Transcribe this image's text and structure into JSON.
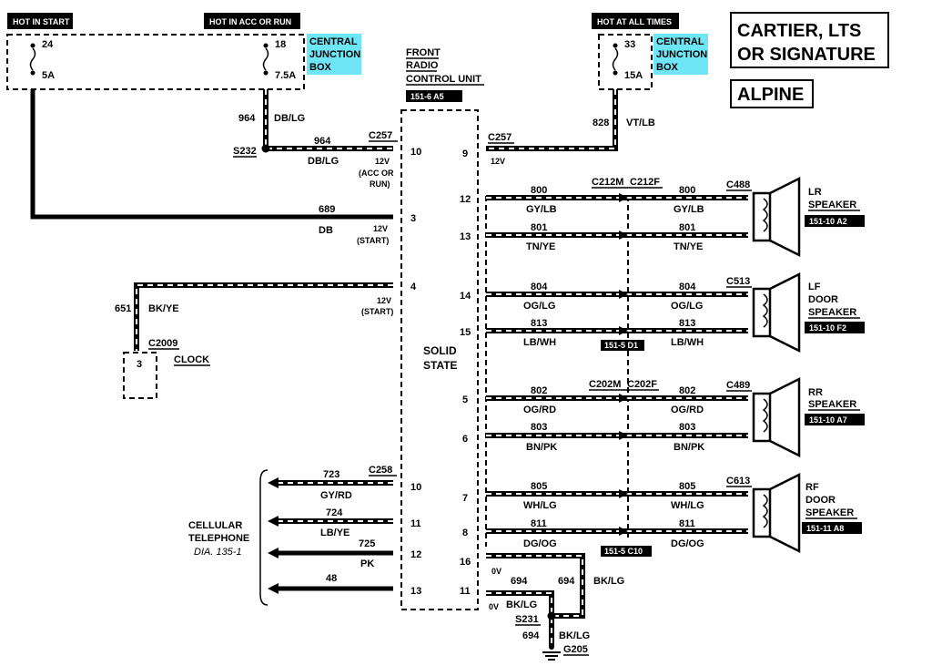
{
  "header": {
    "hot_in_start": "HOT IN START",
    "hot_acc_run": "HOT IN ACC OR RUN",
    "hot_all_times": "HOT AT ALL TIMES",
    "variant_1": "CARTIER, LTS",
    "variant_2": "OR SIGNATURE",
    "variant_3": "ALPINE"
  },
  "fuse_box": {
    "central_1": "CENTRAL",
    "junction": "JUNCTION",
    "box": "BOX",
    "fuse24": "24",
    "fuse24_amp": "5A",
    "fuse18": "18",
    "fuse18_amp": "7.5A",
    "fuse33": "33",
    "fuse33_amp": "15A"
  },
  "radio": {
    "title_1": "FRONT",
    "title_2": "RADIO",
    "title_3": "CONTROL UNIT",
    "ref": "151-6 A5",
    "solid_1": "SOLID",
    "solid_2": "STATE",
    "pins_left": [
      "10",
      "3",
      "4",
      "10",
      "11",
      "12",
      "13"
    ],
    "pins_right": [
      "9",
      "12",
      "13",
      "14",
      "15",
      "5",
      "6",
      "7",
      "8",
      "16",
      "11"
    ]
  },
  "wires": {
    "w964": "964",
    "dblg": "DB/LG",
    "s232": "S232",
    "c257": "C257",
    "v12": "12V",
    "acc_or": "(ACC OR",
    "run": "RUN)",
    "w689": "689",
    "db": "DB",
    "start": "(START)",
    "w651": "651",
    "bkye": "BK/YE",
    "c2009": "C2009",
    "clock_pin": "3",
    "clock": "CLOCK",
    "w828": "828",
    "vtlb": "VT/LB",
    "c258": "C258",
    "w723": "723",
    "gyrd": "GY/RD",
    "w724": "724",
    "lbye": "LB/YE",
    "w725": "725",
    "pk": "PK",
    "w48": "48",
    "cell_1": "CELLULAR",
    "cell_2": "TELEPHONE",
    "cell_3": "DIA. 135-1",
    "v0": "0V",
    "w694": "694",
    "bklg": "BK/LG",
    "s231": "S231",
    "g205": "G205"
  },
  "speakers": {
    "c212m": "C212M",
    "c212f": "C212F",
    "c202m": "C202M",
    "c202f": "C202F",
    "c488": "C488",
    "c513": "C513",
    "c489": "C489",
    "c613": "C613",
    "w800": "800",
    "gylb": "GY/LB",
    "w801": "801",
    "tnye": "TN/YE",
    "w804": "804",
    "oglg": "OG/LG",
    "w813": "813",
    "lbwh": "LB/WH",
    "w802": "802",
    "ogrd": "OG/RD",
    "w803": "803",
    "bnpk": "BN/PK",
    "w805": "805",
    "whlg": "WH/LG",
    "w811": "811",
    "dgog": "DG/OG",
    "ref_d1": "151-5 D1",
    "ref_c10": "151-5 C10",
    "lr": "LR",
    "lf": "LF",
    "rr": "RR",
    "rf": "RF",
    "door": "DOOR",
    "speaker": "SPEAKER",
    "lr_ref": "151-10 A2",
    "lf_ref": "151-10 F2",
    "rr_ref": "151-10 A7",
    "rf_ref": "151-11 A8"
  }
}
